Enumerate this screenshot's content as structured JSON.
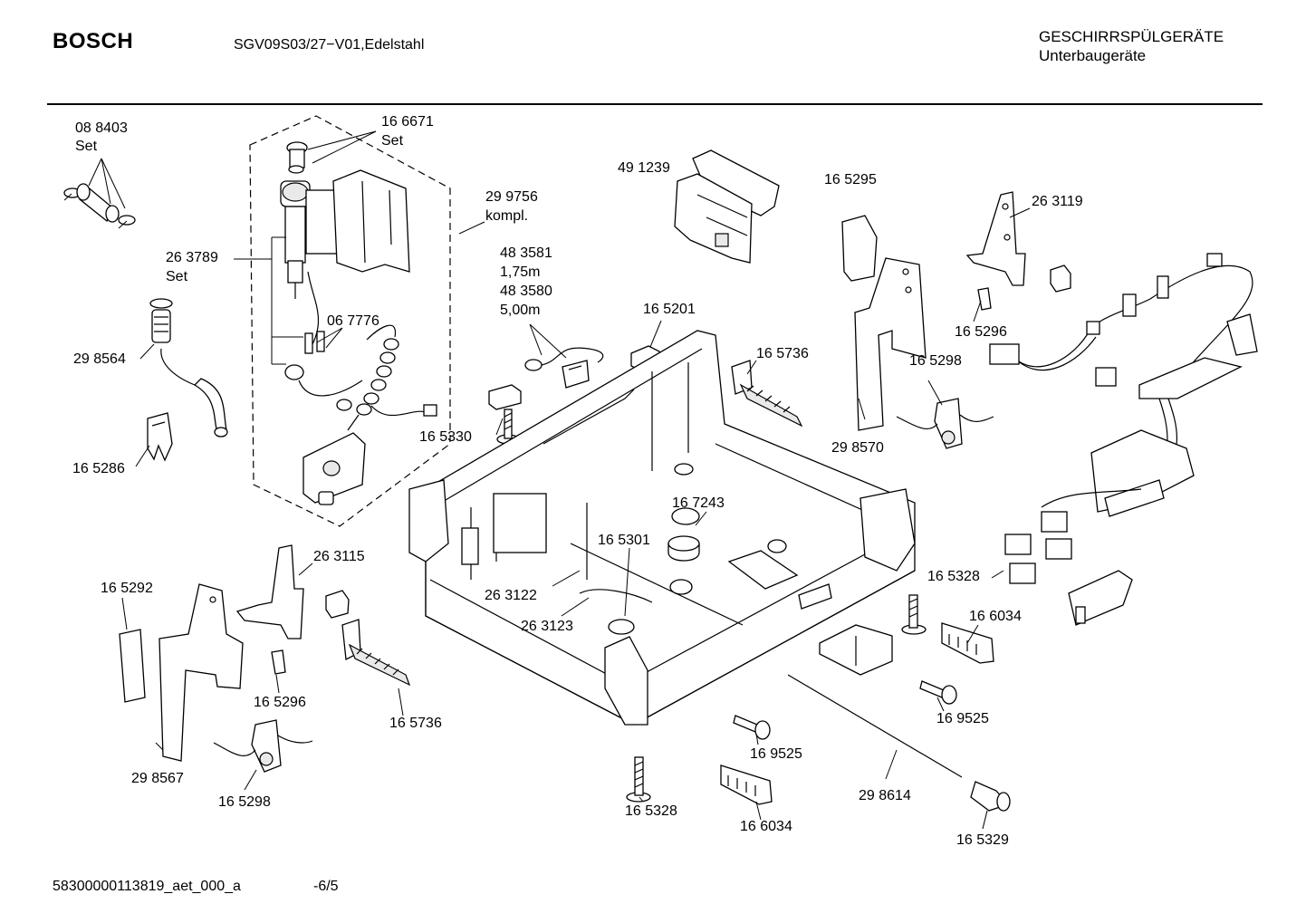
{
  "header": {
    "brand": "BOSCH",
    "model": "SGV09S03/27−V01,Edelstahl",
    "category_line1": "GESCHIRRSPÜLGERÄTE",
    "category_line2": "Unterbaugeräte"
  },
  "footer": {
    "document_id": "58300000113819_aet_000_a",
    "page": "-6/5"
  },
  "labels": {
    "l088403": "08 8403",
    "l088403_set": "Set",
    "l166671": "16 6671",
    "l166671_set": "Set",
    "l299756": "29 9756",
    "l299756_kompl": "kompl.",
    "l263789": "26 3789",
    "l263789_set": "Set",
    "l067776": "06 7776",
    "l298564": "29 8564",
    "l165286": "16 5286",
    "l491239": "49 1239",
    "l483581": "48 3581",
    "l483581_len": "1,75m",
    "l483580": "48 3580",
    "l483580_len": "5,00m",
    "l165201": "16 5201",
    "l165330": "16 5330",
    "l165736_top": "16 5736",
    "l165295": "16 5295",
    "l298570": "29 8570",
    "l263119": "26 3119",
    "l165296_top": "16 5296",
    "l165298_top": "16 5298",
    "l167243": "16 7243",
    "l165301": "16 5301",
    "l263122": "26 3122",
    "l263123": "26 3123",
    "l263115": "26 3115",
    "l165292": "16 5292",
    "l165296_bot": "16 5296",
    "l165736_bot": "16 5736",
    "l298567": "29 8567",
    "l165298_bot": "16 5298",
    "l165328_right": "16 5328",
    "l166034_right": "16 6034",
    "l169525_right": "16 9525",
    "l169525_mid": "16 9525",
    "l298614": "29 8614",
    "l165328_bot": "16 5328",
    "l166034_bot": "16 6034",
    "l165329": "16 5329"
  }
}
